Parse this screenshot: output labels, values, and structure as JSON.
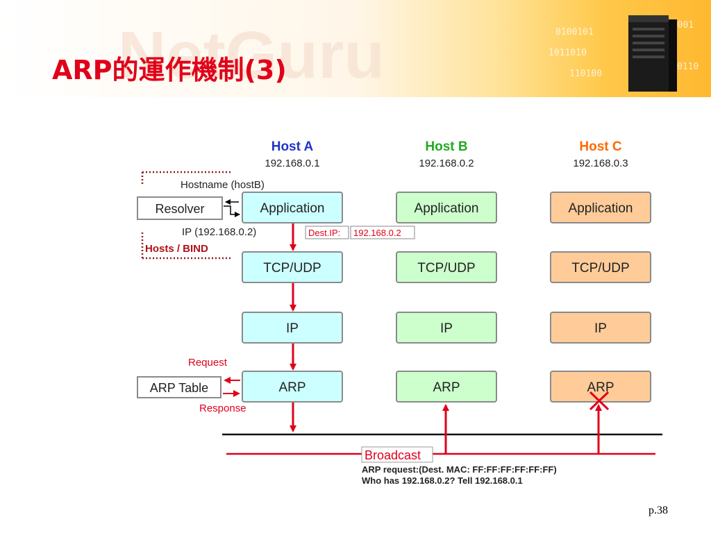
{
  "slide": {
    "title": "ARP的運作機制(3)",
    "page_number": "p.38",
    "banner_watermark": "NetGuru"
  },
  "hosts": [
    {
      "name": "Host A",
      "ip": "192.168.0.1",
      "name_color": "#2233cc",
      "fill": "#ccffff",
      "layers": [
        "Application",
        "TCP/UDP",
        "IP",
        "ARP"
      ]
    },
    {
      "name": "Host B",
      "ip": "192.168.0.2",
      "name_color": "#22aa22",
      "fill": "#ccffcc",
      "layers": [
        "Application",
        "TCP/UDP",
        "IP",
        "ARP"
      ]
    },
    {
      "name": "Host C",
      "ip": "192.168.0.3",
      "name_color": "#ff6a00",
      "fill": "#ffcc99",
      "layers": [
        "Application",
        "TCP/UDP",
        "IP",
        "ARP"
      ]
    }
  ],
  "resolver": {
    "box_label": "Resolver",
    "query_label": "Hostname (hostB)",
    "answer_label": "IP (192.168.0.2)",
    "source_label": "Hosts / BIND"
  },
  "dest_ip": {
    "label": "Dest.IP:",
    "value": "192.168.0.2"
  },
  "arp_table": {
    "box_label": "ARP Table",
    "request_label": "Request",
    "response_label": "Response"
  },
  "broadcast": {
    "label": "Broadcast",
    "request_line1": "ARP request:(Dest. MAC: FF:FF:FF:FF:FF:FF)",
    "request_line2": "Who has 192.168.0.2? Tell 192.168.0.1"
  },
  "colors": {
    "accent_red": "#e0001a",
    "box_border": "#8a8a8a"
  }
}
